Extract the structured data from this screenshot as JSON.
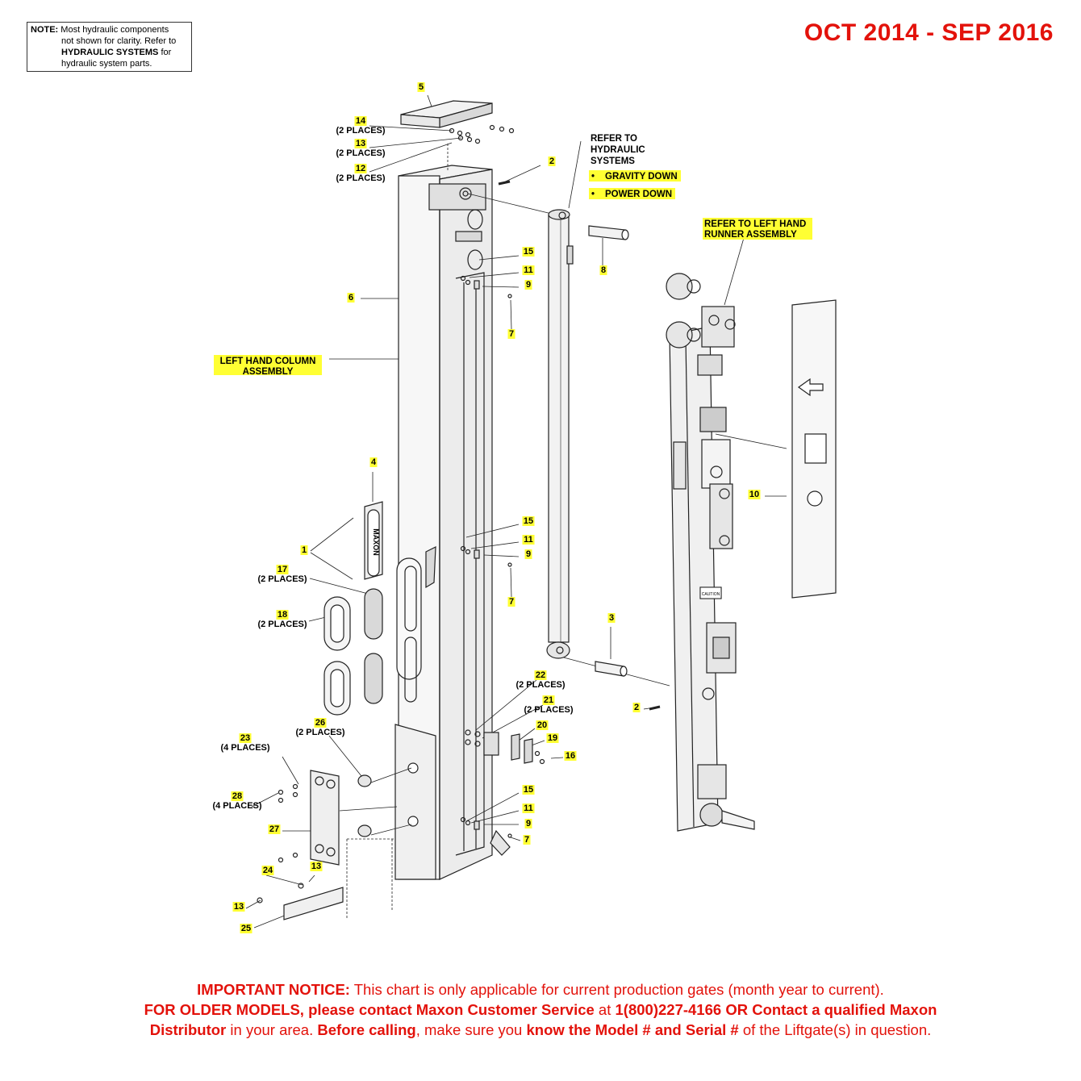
{
  "note": {
    "lead": "NOTE:",
    "line1": "Most hydraulic components",
    "line2": "not shown for clarity. Refer to",
    "line3_bold": "HYDRAULIC SYSTEMS",
    "line3_rest": "for",
    "line4": "hydraulic system parts."
  },
  "date_range": "OCT 2014 - SEP 2016",
  "refs": {
    "hydraulic_l1": "REFER TO",
    "hydraulic_l2": "HYDRAULIC",
    "hydraulic_l3": "SYSTEMS",
    "gravity_down": "GRAVITY DOWN",
    "power_down": "POWER DOWN",
    "runner_l1": "REFER TO LEFT HAND",
    "runner_l2": "RUNNER ASSEMBLY",
    "column_l1": "LEFT HAND COLUMN",
    "column_l2": "ASSEMBLY",
    "bullet": "•"
  },
  "callouts": [
    {
      "id": "c5",
      "num": "5",
      "sub": ""
    },
    {
      "id": "c14",
      "num": "14",
      "sub": "(2 PLACES)"
    },
    {
      "id": "c13a",
      "num": "13",
      "sub": "(2 PLACES)"
    },
    {
      "id": "c12",
      "num": "12",
      "sub": "(2 PLACES)"
    },
    {
      "id": "c2a",
      "num": "2",
      "sub": ""
    },
    {
      "id": "c8",
      "num": "8",
      "sub": ""
    },
    {
      "id": "c15a",
      "num": "15",
      "sub": ""
    },
    {
      "id": "c11a",
      "num": "11",
      "sub": ""
    },
    {
      "id": "c9a",
      "num": "9",
      "sub": ""
    },
    {
      "id": "c7a",
      "num": "7",
      "sub": ""
    },
    {
      "id": "c6",
      "num": "6",
      "sub": ""
    },
    {
      "id": "c4",
      "num": "4",
      "sub": ""
    },
    {
      "id": "c1",
      "num": "1",
      "sub": ""
    },
    {
      "id": "c17",
      "num": "17",
      "sub": "(2 PLACES)"
    },
    {
      "id": "c18",
      "num": "18",
      "sub": "(2 PLACES)"
    },
    {
      "id": "c15b",
      "num": "15",
      "sub": ""
    },
    {
      "id": "c11b",
      "num": "11",
      "sub": ""
    },
    {
      "id": "c9b",
      "num": "9",
      "sub": ""
    },
    {
      "id": "c7b",
      "num": "7",
      "sub": ""
    },
    {
      "id": "c3",
      "num": "3",
      "sub": ""
    },
    {
      "id": "c10",
      "num": "10",
      "sub": ""
    },
    {
      "id": "c22",
      "num": "22",
      "sub": "(2 PLACES)"
    },
    {
      "id": "c21",
      "num": "21",
      "sub": "(2 PLACES)"
    },
    {
      "id": "c2b",
      "num": "2",
      "sub": ""
    },
    {
      "id": "c20",
      "num": "20",
      "sub": ""
    },
    {
      "id": "c19",
      "num": "19",
      "sub": ""
    },
    {
      "id": "c16",
      "num": "16",
      "sub": ""
    },
    {
      "id": "c26",
      "num": "26",
      "sub": "(2 PLACES)"
    },
    {
      "id": "c23",
      "num": "23",
      "sub": "(4 PLACES)"
    },
    {
      "id": "c28",
      "num": "28",
      "sub": "(4 PLACES)"
    },
    {
      "id": "c27",
      "num": "27",
      "sub": ""
    },
    {
      "id": "c15c",
      "num": "15",
      "sub": ""
    },
    {
      "id": "c11c",
      "num": "11",
      "sub": ""
    },
    {
      "id": "c9c",
      "num": "9",
      "sub": ""
    },
    {
      "id": "c7c",
      "num": "7",
      "sub": ""
    },
    {
      "id": "c24",
      "num": "24",
      "sub": ""
    },
    {
      "id": "c13b",
      "num": "13",
      "sub": ""
    },
    {
      "id": "c13c",
      "num": "13",
      "sub": ""
    },
    {
      "id": "c25",
      "num": "25",
      "sub": ""
    }
  ],
  "maxon_plate_text": "MAXON",
  "caution_text": "CAUTION",
  "notice": {
    "p1_bold": "IMPORTANT NOTICE:",
    "p1_rest": " This chart is only applicable for current production gates (month year to current).",
    "p2_bold": "FOR OLDER MODELS, please contact Maxon Customer Service",
    "p2_mid": " at ",
    "p2_bold2": "1(800)227-4166 OR Contact a qualified Maxon",
    "p3_bold": "Distributor",
    "p3_mid": " in your area. ",
    "p3_bold2": "Before calling",
    "p3_mid2": ", make sure you ",
    "p3_bold3": "know the Model # and Serial #",
    "p3_rest": " of the Liftgate(s) in question."
  },
  "colors": {
    "highlight": "#ffff33",
    "red": "#e3120b",
    "line": "#222222",
    "fill_light": "#f2f2f2",
    "fill_mid": "#d9d9d9"
  }
}
